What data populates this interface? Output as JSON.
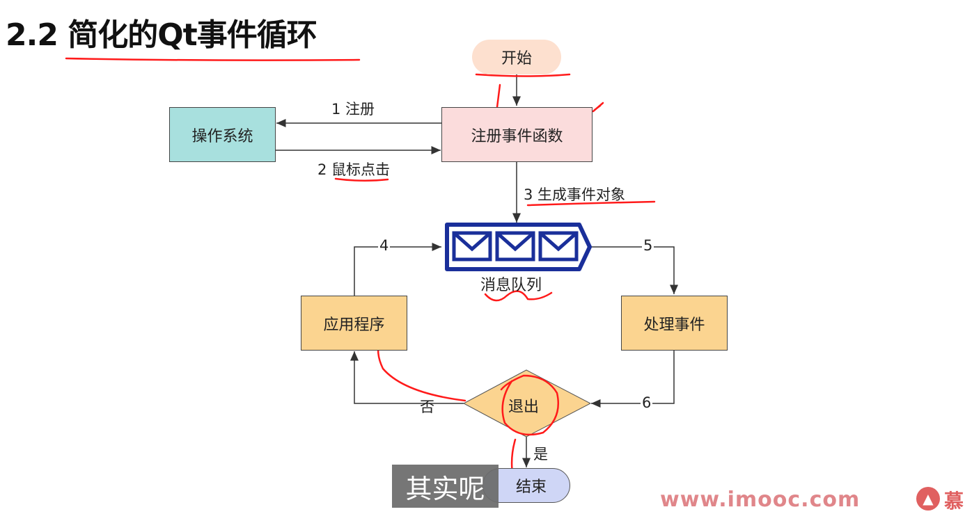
{
  "title": "2.2 简化的Qt事件循环",
  "nodes": {
    "start": "开始",
    "os": "操作系统",
    "register": "注册事件函数",
    "queue": "消息队列",
    "app": "应用程序",
    "handle": "处理事件",
    "exit": "退出",
    "end": "结束"
  },
  "edges": {
    "e1": "1 注册",
    "e2": "2 鼠标点击",
    "e3": "3 生成事件对象",
    "e4": "4",
    "e5": "5",
    "e6": "6",
    "no": "否",
    "yes": "是"
  },
  "subtitle": "其实呢",
  "watermark": "www.imooc.com",
  "logo_text": "慕",
  "colors": {
    "start_fill": "#fde0cf",
    "os_fill": "#a8e0de",
    "register_fill": "#fbdcdc",
    "queue_stroke": "#1a2f9a",
    "process_fill": "#fbd490",
    "end_fill": "#cfd6f6",
    "annotation": "#ff0000"
  },
  "icons": [
    "envelope-icon",
    "envelope-icon",
    "envelope-icon",
    "flame-logo-icon"
  ]
}
